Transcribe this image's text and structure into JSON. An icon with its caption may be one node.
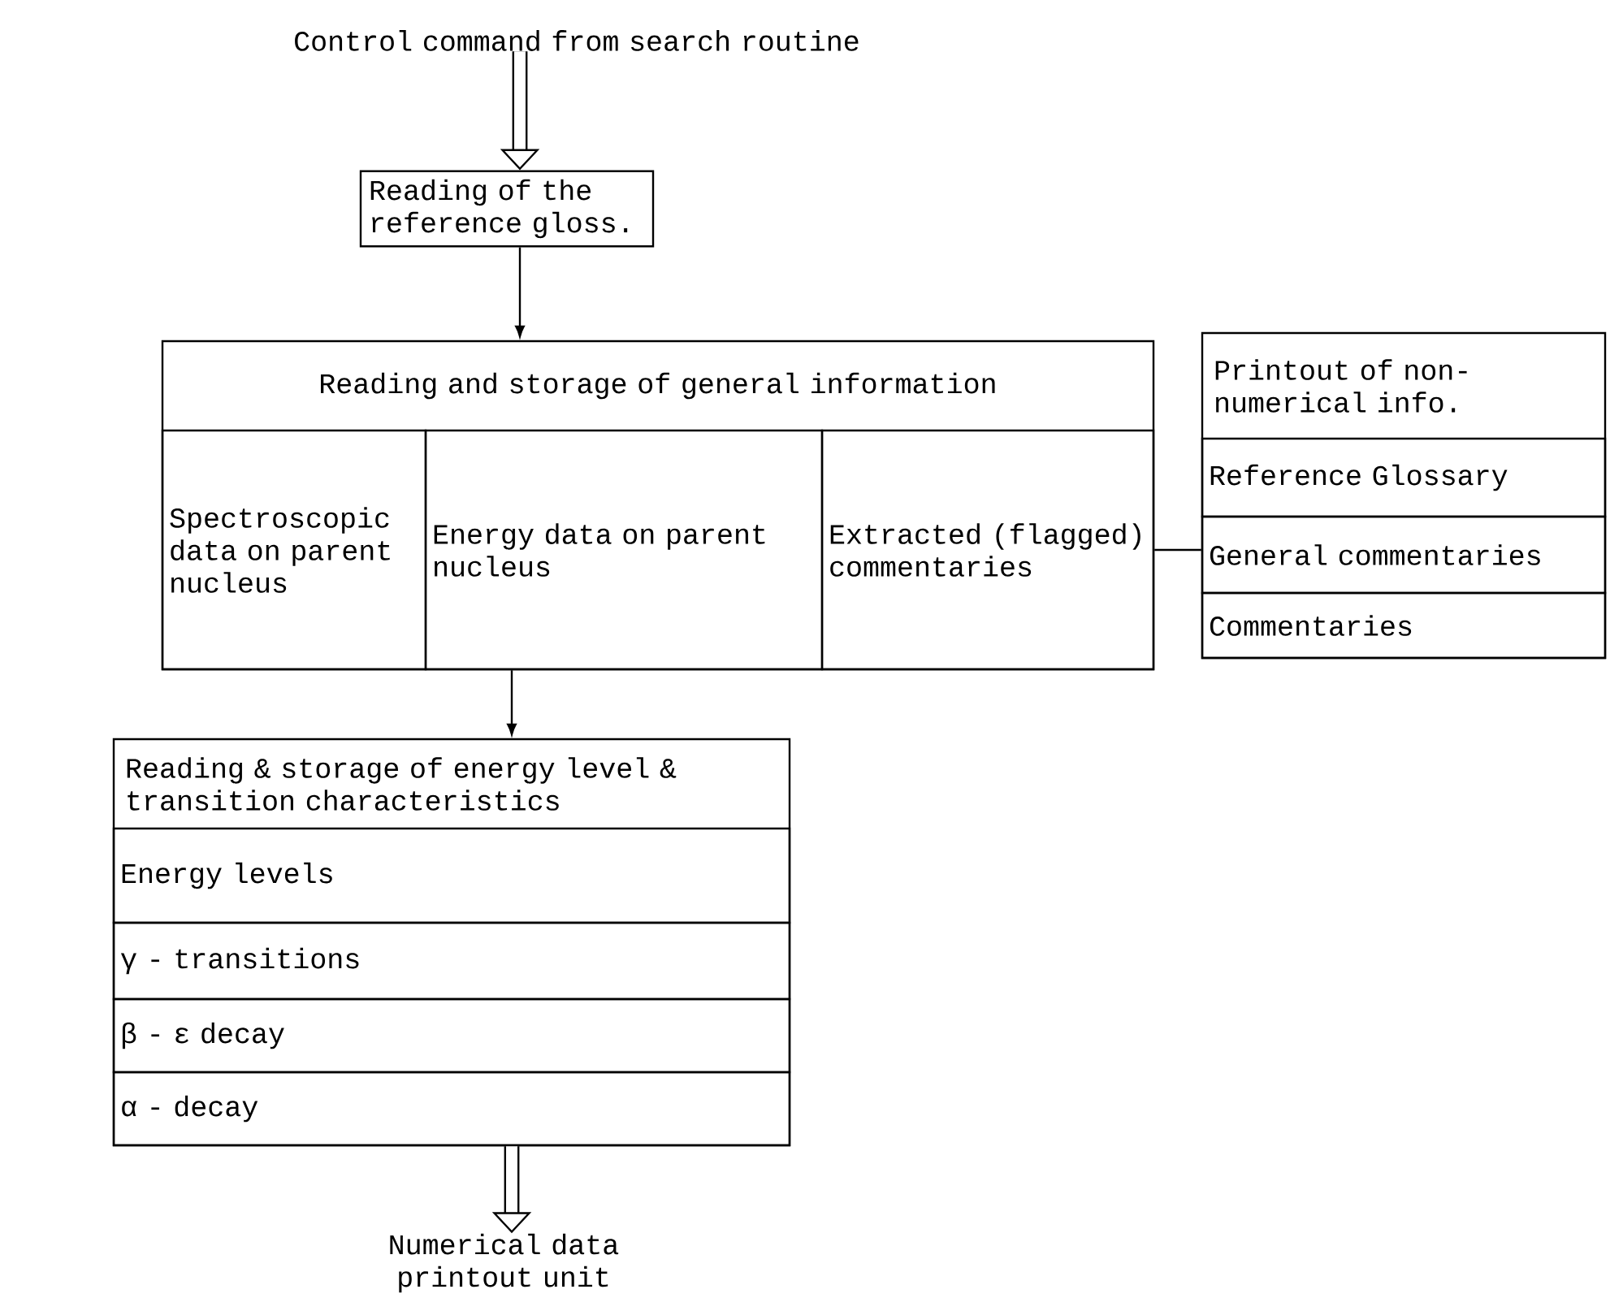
{
  "diagram": {
    "nodes": [
      {
        "text": [
          "Control command from search routine"
        ]
      },
      {
        "text": [
          "Reading of the reference gloss."
        ]
      },
      {
        "text": [
          "Reading and storage of general information"
        ]
      },
      {
        "text": [
          "Spectroscopic data on parent nucleus"
        ],
        "in": 2
      },
      {
        "text": [
          "Energy data on parent nucleus"
        ],
        "in": 2
      },
      {
        "text": [
          "Extracted (flagged) commentaries"
        ],
        "in": 2
      },
      {
        "text": [
          "Printout of non-numerical info."
        ]
      },
      {
        "text": [
          "Reference Glossary"
        ],
        "in": 6
      },
      {
        "text": [
          "General commentaries"
        ],
        "in": 6
      },
      {
        "text": [
          "Commentaries"
        ],
        "in": 6
      },
      {
        "text": [
          "Reading & storage of energy level & transition characteristics"
        ]
      },
      {
        "text": [
          "Energy levels"
        ],
        "in": 10
      },
      {
        "text": [
          "γ - transitions"
        ],
        "in": 10
      },
      {
        "text": [
          "β - ε decay"
        ],
        "in": 10
      },
      {
        "text": [
          "α - decay"
        ],
        "in": 10
      },
      {
        "text": [
          "Numerical data printout unit"
        ]
      }
    ],
    "edges": [
      {
        "from": 0,
        "to": 1,
        "arrow": "to",
        "style": "thick"
      },
      {
        "from": 1,
        "to": 2,
        "arrow": "to"
      },
      {
        "from": 2,
        "to": 10,
        "arrow": "to"
      },
      {
        "from": 5,
        "to": 8,
        "arrow": "none"
      },
      {
        "from": 10,
        "to": 15,
        "arrow": "to",
        "style": "thick"
      }
    ]
  }
}
